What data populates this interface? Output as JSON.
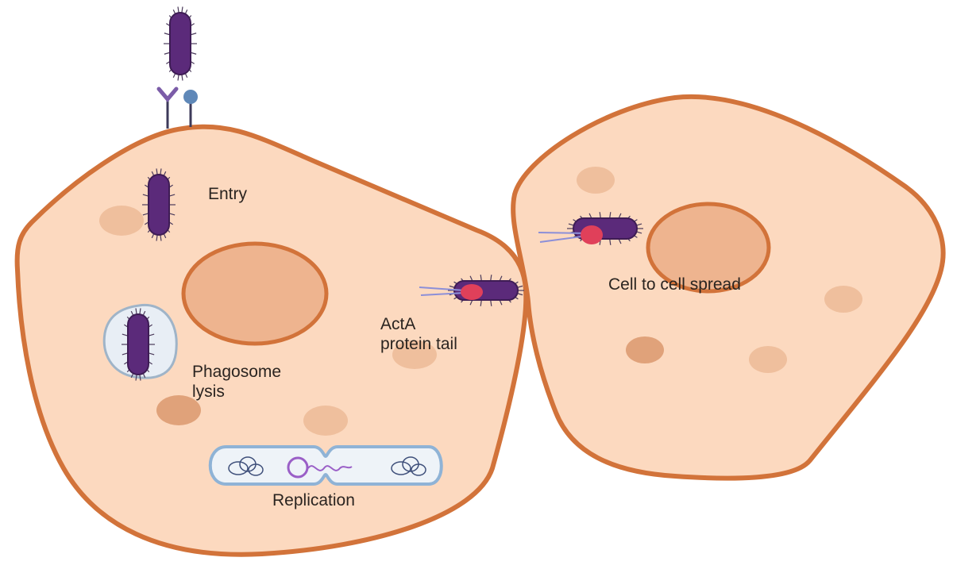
{
  "labels": {
    "entry": "Entry",
    "phagosome_line1": "Phagosome",
    "phagosome_line2": "lysis",
    "replication": "Replication",
    "acta_line1": "ActA",
    "acta_line2": "protein tail",
    "spread": "Cell to cell spread"
  },
  "colors": {
    "cytoplasm": "#fcd9bf",
    "membrane": "#d2733a",
    "nucleus": "#eeb48f",
    "organelle": "#efbf9d",
    "bacterium": "#5b2a7a",
    "receptor_y": "#7b5ca8",
    "receptor_ball": "#5f88b8",
    "acta_tip": "#e0405a",
    "vacuole": "#e8eef5"
  }
}
